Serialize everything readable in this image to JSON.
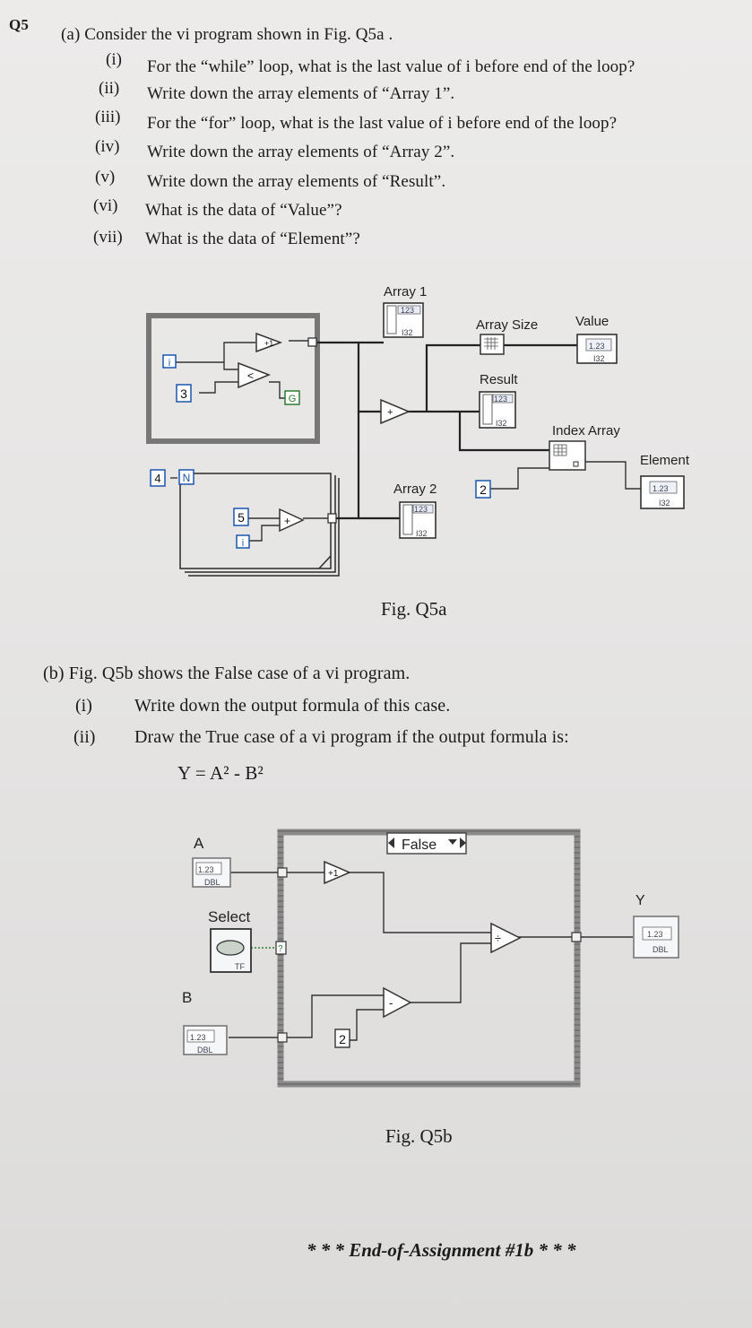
{
  "part_a": {
    "question_no": "Q5",
    "intro": "(a)  Consider the vi program shown in Fig. Q5a .",
    "items": [
      {
        "num": "(i)",
        "text": "For the “while” loop, what is the last value of i before end of the loop?"
      },
      {
        "num": "(ii)",
        "text": "Write down the array elements of “Array 1”."
      },
      {
        "num": "(iii)",
        "text": "For the “for” loop, what is the last value of i before end of the loop?"
      },
      {
        "num": "(iv)",
        "text": "Write down the array elements of “Array 2”."
      },
      {
        "num": "(v)",
        "text": "Write down the array elements of “Result”."
      },
      {
        "num": "(vi)",
        "text": "What is the data of “Value”?"
      },
      {
        "num": "(vii)",
        "text": "What is the data of “Element”?"
      }
    ]
  },
  "fig_a": {
    "caption": "Fig. Q5a",
    "labels": {
      "array1": "Array 1",
      "array_size": "Array Size",
      "value": "Value",
      "result": "Result",
      "index_array": "Index Array",
      "element": "Element",
      "array2": "Array 2"
    },
    "constants": {
      "while_const": "3",
      "for_count": "4",
      "for_const": "5",
      "index_const": "2"
    },
    "terminals": {
      "iter": "i",
      "count": "N"
    },
    "indicator_text": "123",
    "numeric_text": "1.23",
    "type_text": "I32",
    "plus_one": "+1",
    "plus": "+",
    "less": "<",
    "stop": "G"
  },
  "part_b": {
    "intro": "(b) Fig. Q5b shows the False case of a vi program.",
    "items": [
      {
        "num": "(i)",
        "text": "Write down the output formula of this case."
      },
      {
        "num": "(ii)",
        "text": "Draw the True case of a vi program if the output formula is:"
      }
    ],
    "formula": "Y = A² - B²"
  },
  "fig_b": {
    "caption": "Fig. Q5b",
    "labels": {
      "a": "A",
      "select": "Select",
      "b": "B",
      "y": "Y"
    },
    "case_selector": "False",
    "numeric_text": "1.23",
    "type_text": "DBL",
    "bool_type": "TF",
    "question_mark": "?",
    "const_two": "2",
    "plus_one": "+1",
    "divide": "÷",
    "minus": "-"
  },
  "footer": "* * * End-of-Assignment #1b * * *"
}
